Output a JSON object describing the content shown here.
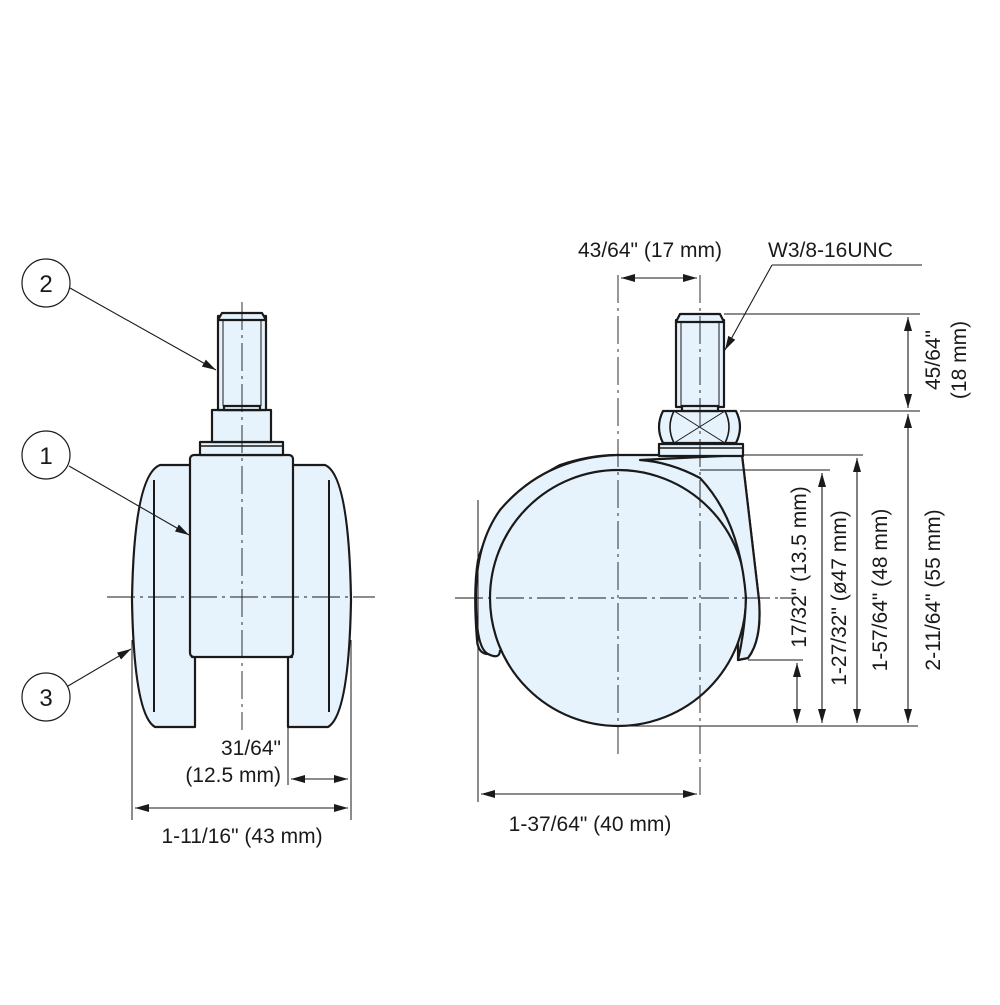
{
  "drawing": {
    "title": "Twin-wheel caster dimension drawing",
    "fill_color": "#e6f3fc",
    "line_color": "#1a1a1a",
    "front_view": {
      "callouts": [
        {
          "number": "1",
          "target": "housing"
        },
        {
          "number": "2",
          "target": "threaded stem"
        },
        {
          "number": "3",
          "target": "wheel"
        }
      ],
      "dimensions": {
        "wheel_width_line1": "31/64\"",
        "wheel_width_line2": "(12.5 mm)",
        "overall_width": "1-11/16\" (43 mm)"
      }
    },
    "side_view": {
      "dimensions": {
        "offset": "43/64\" (17 mm)",
        "thread": "W3/8-16UNC",
        "stem_height_line1": "45/64\"",
        "stem_height_line2": "(18 mm)",
        "floor_to_housing_edge": "17/32\" (13.5 mm)",
        "wheel_diameter": "1-27/32\" (ø47 mm)",
        "housing_height": "1-57/64\" (48 mm)",
        "overall_height": "2-11/64\" (55 mm)",
        "overall_length": "1-37/64\" (40 mm)"
      }
    }
  }
}
